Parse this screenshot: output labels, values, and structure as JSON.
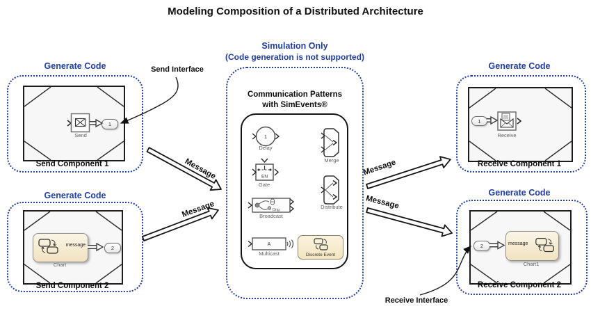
{
  "title": "Modeling Composition of a Distributed Architecture",
  "colors": {
    "accent_blue": "#21409e",
    "canvas_bg": "#f7f7f7",
    "chart_beige": "#f6ecd4",
    "line_dark": "#1c1c1c"
  },
  "annotations": {
    "send_interface": "Send Interface",
    "receive_interface": "Receive Interface",
    "message_label": "Message"
  },
  "send_component_1": {
    "header": "Generate Code",
    "caption": "Send Component 1",
    "block": "Send",
    "port": "1"
  },
  "send_component_2": {
    "header": "Generate Code",
    "caption": "Send Component 2",
    "block": "Chart",
    "signal": "message",
    "port": "2"
  },
  "receive_component_1": {
    "header": "Generate  Code",
    "caption": "Receive Component 1",
    "block": "Receive",
    "port": "1"
  },
  "receive_component_2": {
    "header": "Generate  Code",
    "caption": "Receive Component 2",
    "block": "Chart1",
    "signal": "message",
    "port": "2"
  },
  "simulation_box": {
    "header_line1": "Simulation Only",
    "header_line2": "(Code generation is not supported)",
    "title_line1": "Communication Patterns",
    "title_line2": "with SimEvents®",
    "blocks": {
      "delay": {
        "label": "Delay",
        "value": "1"
      },
      "gate": {
        "label": "Gate",
        "text": "EN"
      },
      "broadcast": {
        "label": "Broadcast",
        "text": "Orig"
      },
      "multicast": {
        "label": "Multicast",
        "text": "A"
      },
      "merge": {
        "label": "Merge"
      },
      "distribute": {
        "label": "Distribute"
      },
      "discrete_event": {
        "label": "Discrete Event"
      }
    }
  }
}
